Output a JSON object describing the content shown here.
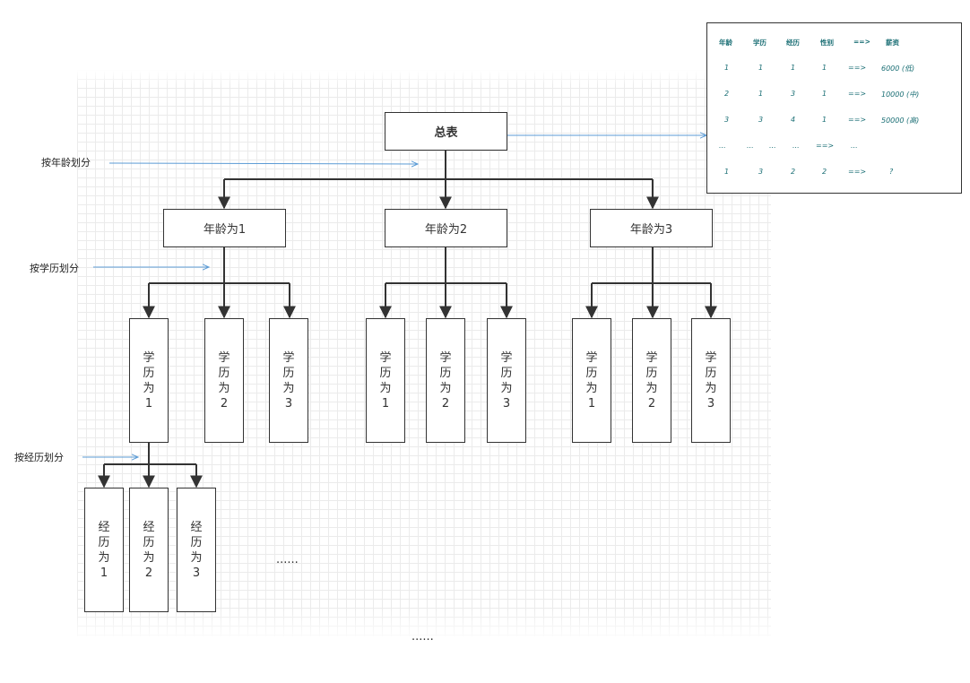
{
  "root": {
    "label": "总表"
  },
  "ages": [
    {
      "label": "年龄为1"
    },
    {
      "label": "年龄为2"
    },
    {
      "label": "年龄为3"
    }
  ],
  "education": [
    [
      "学历为1",
      "学历为2",
      "学历为3"
    ],
    [
      "学历为1",
      "学历为2",
      "学历为3"
    ],
    [
      "学历为1",
      "学历为2",
      "学历为3"
    ]
  ],
  "experience": [
    "经历为1",
    "经历为2",
    "经历为3"
  ],
  "split_labels": {
    "age": "按年龄划分",
    "education": "按学历划分",
    "experience": "按经历划分"
  },
  "ellipsis": {
    "middle": "......",
    "bottom": "......"
  },
  "table": {
    "headers": [
      "年龄",
      "学历",
      "经历",
      "性别",
      "==>",
      "薪资"
    ],
    "rows": [
      [
        "1",
        "1",
        "1",
        "1",
        "==>",
        "6000 (低)"
      ],
      [
        "2",
        "1",
        "3",
        "1",
        "==>",
        "10000 (中)"
      ],
      [
        "3",
        "3",
        "4",
        "1",
        "==>",
        "50000 (高)"
      ],
      [
        "...",
        "...",
        "...",
        "...",
        "==>",
        "..."
      ],
      [
        "1",
        "3",
        "2",
        "2",
        "==>",
        "?"
      ]
    ]
  },
  "colors": {
    "box_border": "#333333",
    "connector": "#333333",
    "arrow": "#5b9bd5",
    "table_text": "#1b6f75",
    "grid": "#ebebeb"
  }
}
